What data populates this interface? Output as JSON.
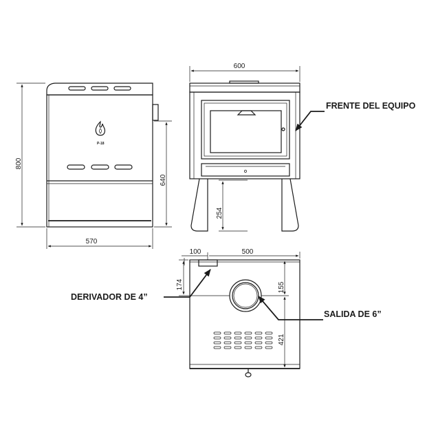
{
  "dimensions": {
    "side_height": "800",
    "side_body_height": "640",
    "side_width": "570",
    "front_width": "600",
    "leg_height": "254",
    "top_offset": "100",
    "top_depth": "500",
    "top_derivador_y": "174",
    "top_salida_y": "155",
    "top_rear": "421"
  },
  "labels": {
    "frente": "FRENTE DEL EQUIPO",
    "derivador": "DERIVADOR DE 4”",
    "salida": "SALIDA DE 6”"
  },
  "logo_text": "P-18"
}
